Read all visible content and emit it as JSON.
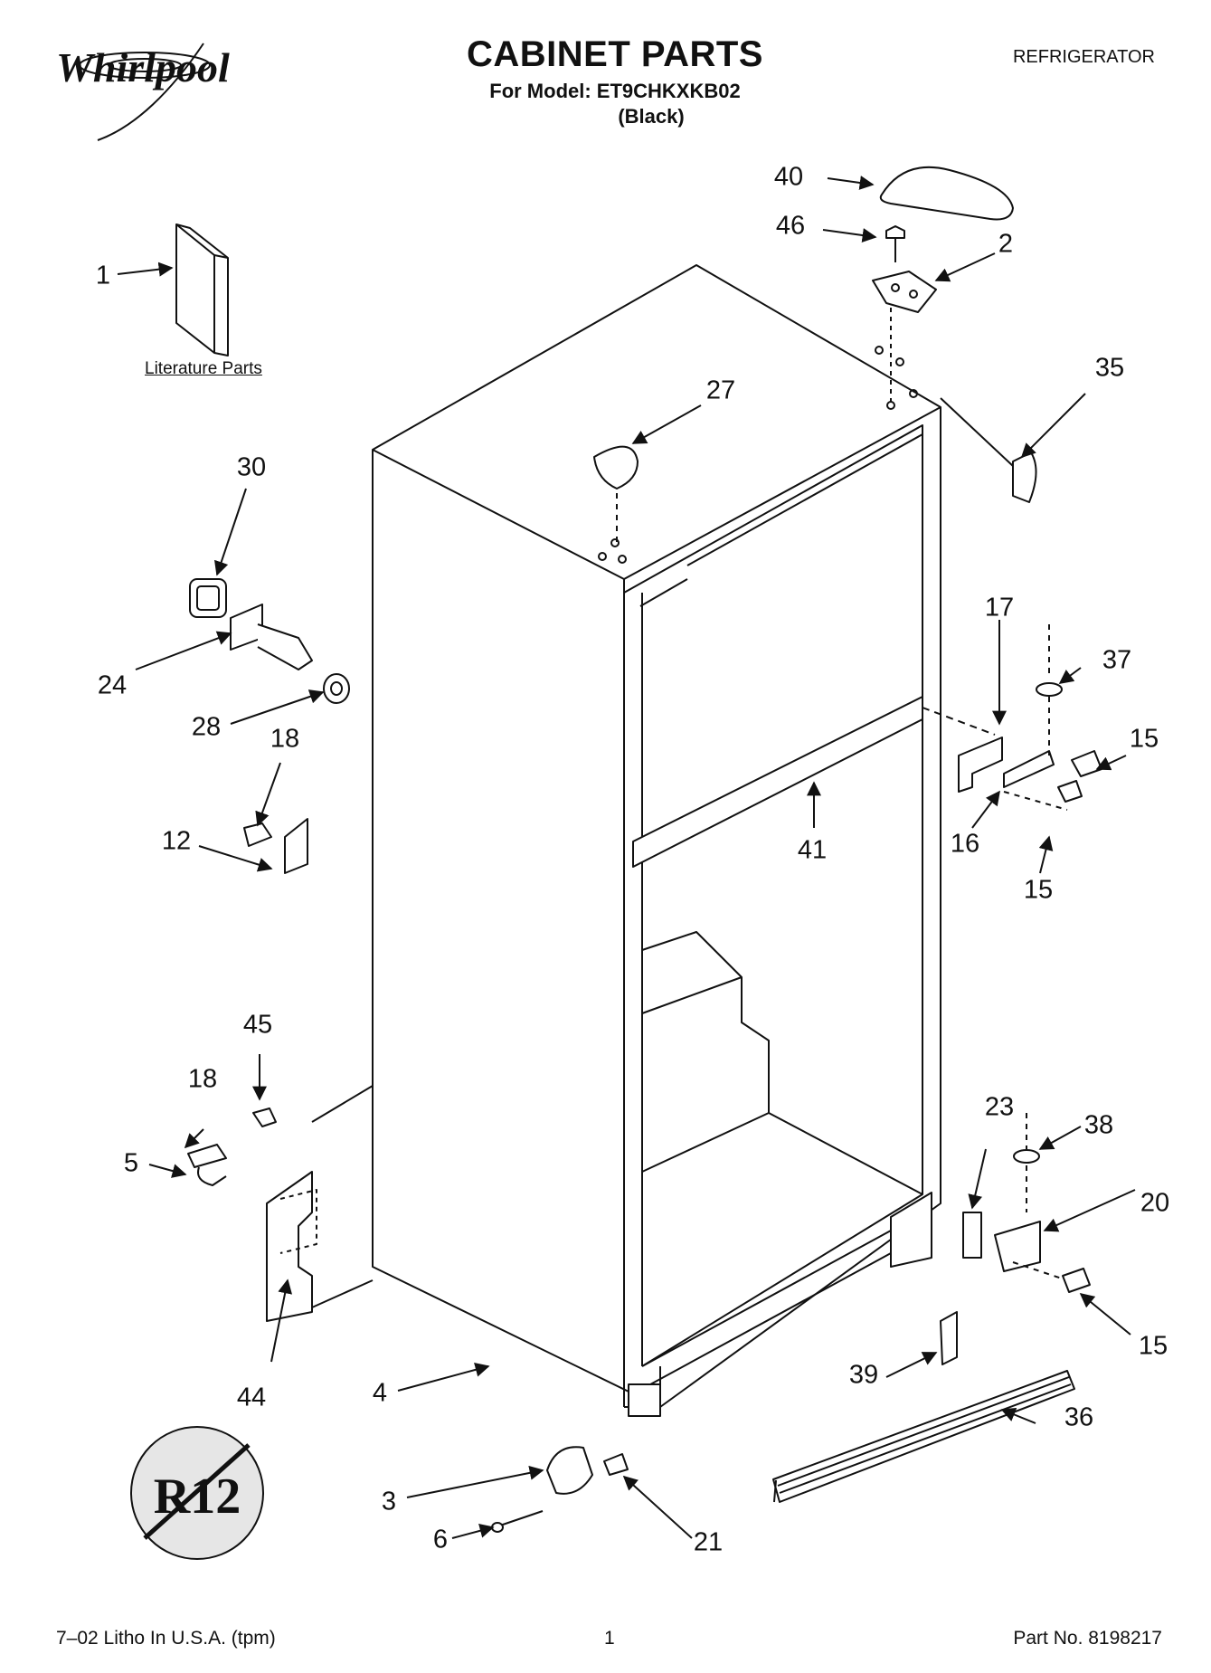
{
  "header": {
    "brand": "Whirlpool",
    "title": "CABINET PARTS",
    "model_line": "For Model: ET9CHKXKB02",
    "color_line": "(Black)",
    "category": "REFRIGERATOR"
  },
  "literature_label": "Literature Parts",
  "seal_text": "R12",
  "callouts": [
    {
      "id": "1",
      "label": "1"
    },
    {
      "id": "2",
      "label": "2"
    },
    {
      "id": "3",
      "label": "3"
    },
    {
      "id": "4",
      "label": "4"
    },
    {
      "id": "5",
      "label": "5"
    },
    {
      "id": "6",
      "label": "6"
    },
    {
      "id": "12",
      "label": "12"
    },
    {
      "id": "15a",
      "label": "15"
    },
    {
      "id": "15b",
      "label": "15"
    },
    {
      "id": "15c",
      "label": "15"
    },
    {
      "id": "16",
      "label": "16"
    },
    {
      "id": "17",
      "label": "17"
    },
    {
      "id": "18a",
      "label": "18"
    },
    {
      "id": "18b",
      "label": "18"
    },
    {
      "id": "20",
      "label": "20"
    },
    {
      "id": "21",
      "label": "21"
    },
    {
      "id": "23",
      "label": "23"
    },
    {
      "id": "24",
      "label": "24"
    },
    {
      "id": "27",
      "label": "27"
    },
    {
      "id": "28",
      "label": "28"
    },
    {
      "id": "30",
      "label": "30"
    },
    {
      "id": "35",
      "label": "35"
    },
    {
      "id": "36",
      "label": "36"
    },
    {
      "id": "37",
      "label": "37"
    },
    {
      "id": "38",
      "label": "38"
    },
    {
      "id": "39",
      "label": "39"
    },
    {
      "id": "40",
      "label": "40"
    },
    {
      "id": "41",
      "label": "41"
    },
    {
      "id": "44",
      "label": "44"
    },
    {
      "id": "45",
      "label": "45"
    },
    {
      "id": "46",
      "label": "46"
    }
  ],
  "footer": {
    "left": "7–02 Litho In U.S.A. (tpm)",
    "page": "1",
    "right": "Part No. 8198217"
  }
}
